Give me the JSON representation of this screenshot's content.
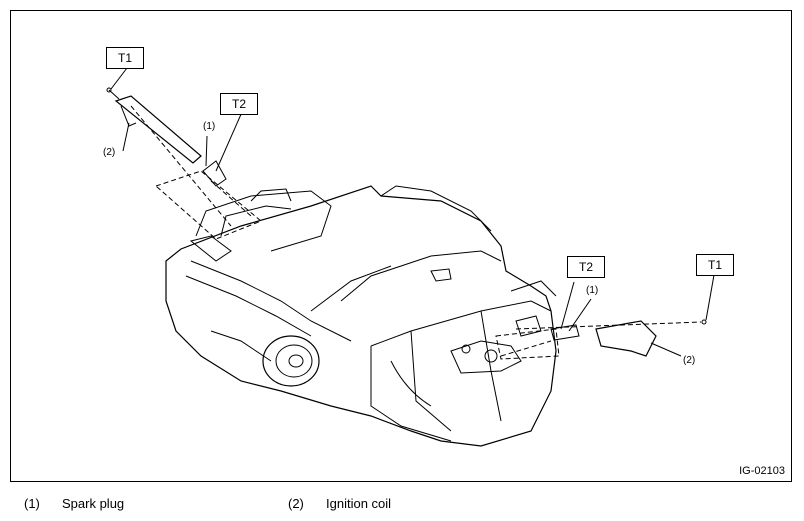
{
  "callouts": {
    "t1_left": "T1",
    "t2_left": "T2",
    "t2_right": "T2",
    "t1_right": "T1",
    "num1_left": "(1)",
    "num2_left": "(2)",
    "num1_right": "(1)",
    "num2_right": "(2)"
  },
  "figure_id": "IG-02103",
  "legend": [
    {
      "num": "(1)",
      "label": "Spark plug"
    },
    {
      "num": "(2)",
      "label": "Ignition coil"
    }
  ]
}
